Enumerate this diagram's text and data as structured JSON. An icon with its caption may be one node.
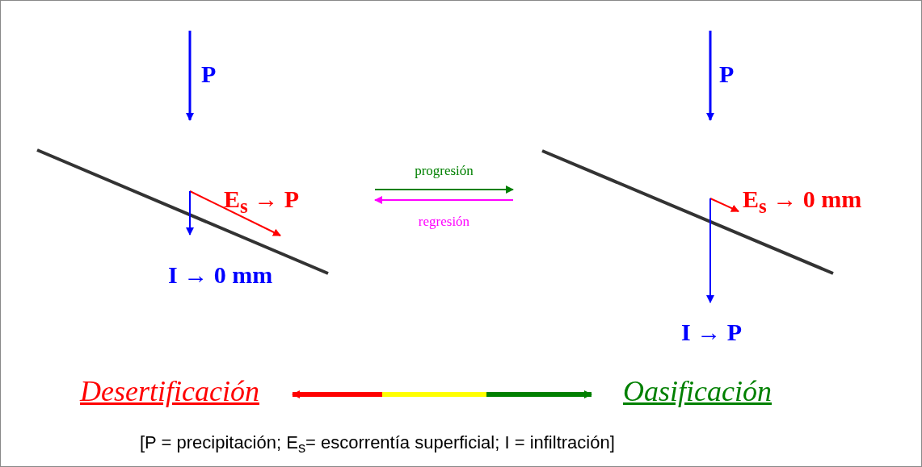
{
  "diagram": {
    "nodes": [
      {
        "text": [],
        "shape": "picture"
      },
      {
        "text": [],
        "shape": "picture"
      },
      {
        "text": [
          "Desertificación"
        ]
      },
      {
        "text": [
          "Oasificación"
        ]
      }
    ],
    "edges": [
      {
        "from": 0,
        "to": 1,
        "arrow": "to",
        "label": "progresión",
        "color": "#008000"
      },
      {
        "from": 1,
        "to": 0,
        "arrow": "to",
        "label": "regresión",
        "color": "#ff00ff"
      },
      {
        "from": 2,
        "to": 3,
        "arrow": "both",
        "style": "thick"
      }
    ],
    "labels": [
      "P",
      "E$_{s}$ → P",
      "I → 0 mm",
      "P",
      "E$_{s}$ → 0 mm",
      "I → P",
      "[P = precipitación;  E$_{s}$= escorrentía superficial;  I = infiltración]"
    ]
  }
}
